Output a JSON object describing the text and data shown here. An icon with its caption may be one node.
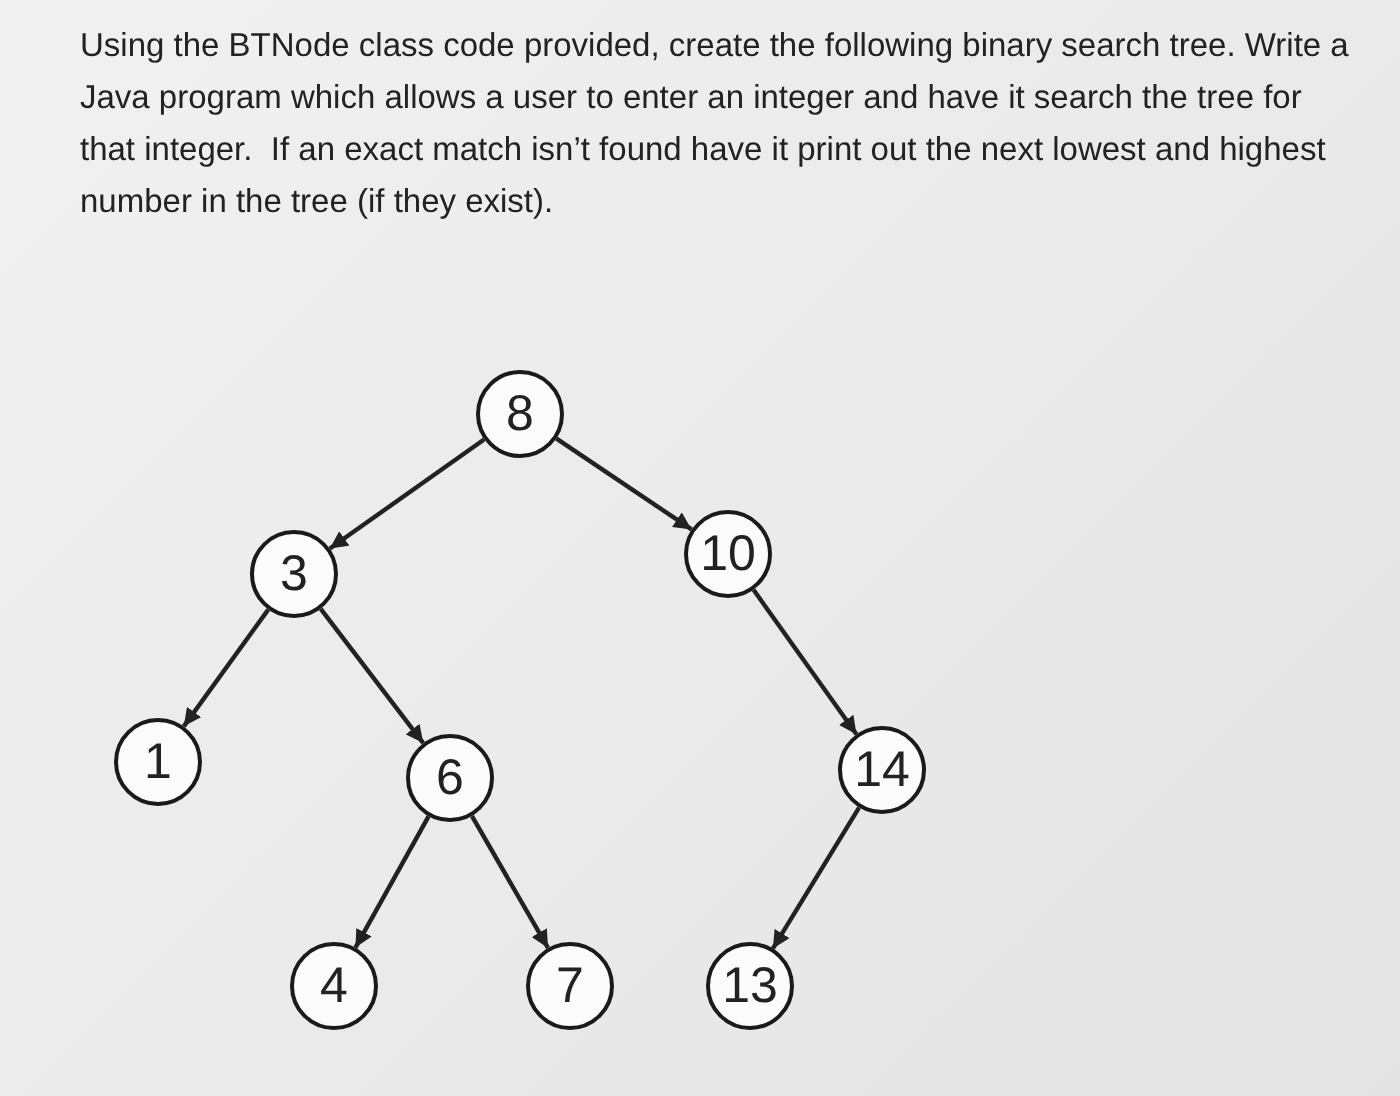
{
  "diagram": {
    "nodes": [
      {
        "text": [
          "8"
        ]
      },
      {
        "text": [
          "3"
        ]
      },
      {
        "text": [
          "10"
        ]
      },
      {
        "text": [
          "1"
        ]
      },
      {
        "text": [
          "6"
        ]
      },
      {
        "text": [
          "14"
        ]
      },
      {
        "text": [
          "4"
        ]
      },
      {
        "text": [
          "7"
        ]
      },
      {
        "text": [
          "13"
        ]
      }
    ],
    "edges": [
      {
        "from": 0,
        "to": 1,
        "arrow": "to"
      },
      {
        "from": 0,
        "to": 2,
        "arrow": "to"
      },
      {
        "from": 1,
        "to": 3,
        "arrow": "to"
      },
      {
        "from": 1,
        "to": 4,
        "arrow": "to"
      },
      {
        "from": 2,
        "to": 5,
        "arrow": "to"
      },
      {
        "from": 4,
        "to": 6,
        "arrow": "to"
      },
      {
        "from": 4,
        "to": 7,
        "arrow": "to"
      },
      {
        "from": 5,
        "to": 8,
        "arrow": "to"
      }
    ],
    "labels": [
      "Using the BTNode class code provided, create the following binary search tree. Write a Java program which allows a user to enter an integer and have it search the tree for that integer.  If an exact match isn’t found have it print out the next lowest and highest number in the tree (if they exist)."
    ]
  }
}
